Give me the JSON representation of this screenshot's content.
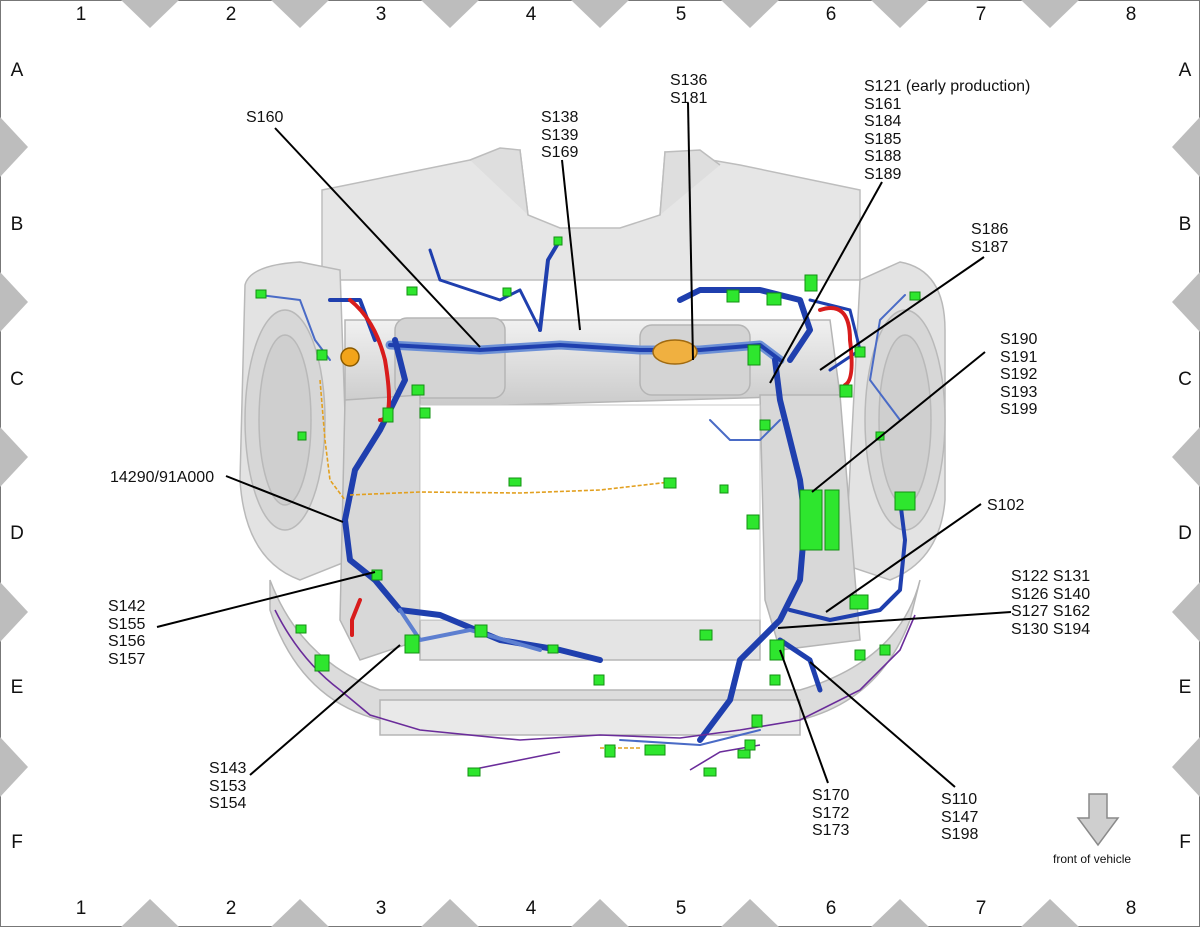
{
  "grid": {
    "columns": [
      "1",
      "2",
      "3",
      "4",
      "5",
      "6",
      "7",
      "8"
    ],
    "rows": [
      "A",
      "B",
      "C",
      "D",
      "E",
      "F"
    ]
  },
  "callouts": {
    "s160": "S160",
    "s138": "S138\nS139\nS169",
    "s136": "S136\nS181",
    "s121": "S121 (early production)\nS161\nS184\nS185\nS188\nS189",
    "s186": "S186\nS187",
    "s190": "S190\nS191\nS192\nS193\nS199",
    "p14290": "14290/91A000",
    "s102": "S102",
    "s122": "S122 S131\nS126 S140\nS127 S162\nS130 S194",
    "s142": "S142\nS155\nS156\nS157",
    "s143": "S143\nS153\nS154",
    "s170": "S170\nS172\nS173",
    "s110": "S110\nS147\nS198"
  },
  "front_label": "front of vehicle",
  "colors": {
    "harness_blue": "#1f3fae",
    "harness_light": "#6b8fd6",
    "connector_green": "#2ee62e",
    "wire_red": "#d81c1c",
    "wire_orange": "#e2a020",
    "wire_purple": "#6a2c9a",
    "frame_grey": "#d9d9d9",
    "diamond_grey": "#b5b5b5"
  }
}
